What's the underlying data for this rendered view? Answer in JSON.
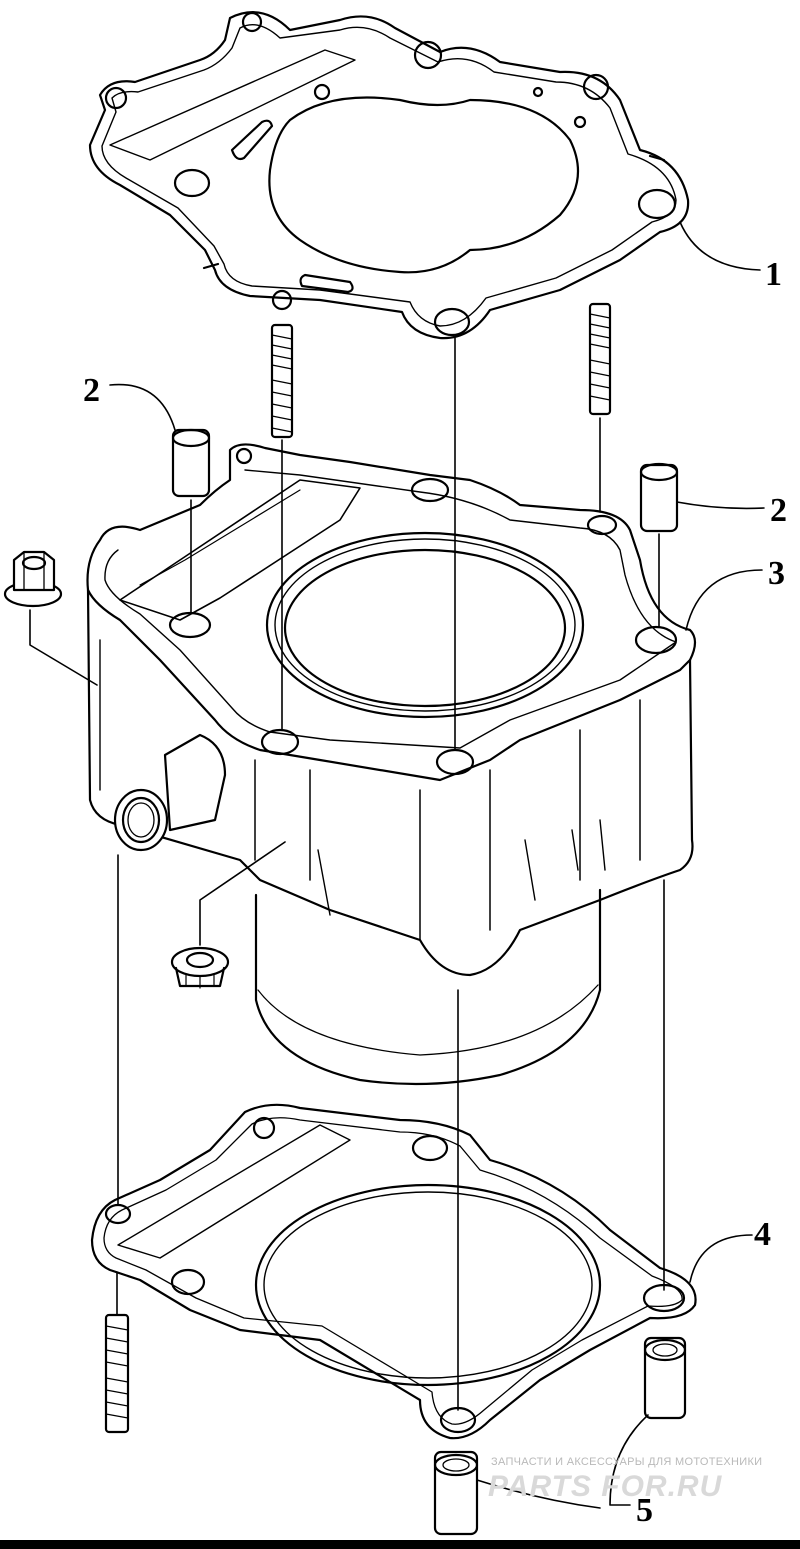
{
  "callouts": {
    "c1": "1",
    "c2a": "2",
    "c2b": "2",
    "c3": "3",
    "c4": "4",
    "c5": "5"
  },
  "watermark": {
    "tagline": "ЗАПЧАСТИ И АКСЕССУАРЫ ДЛЯ МОТОТЕХНИКИ",
    "logo": "PARTS FOR.RU"
  },
  "colors": {
    "ink": "#000000",
    "background": "#ffffff",
    "watermark": "#c8c8c8"
  }
}
